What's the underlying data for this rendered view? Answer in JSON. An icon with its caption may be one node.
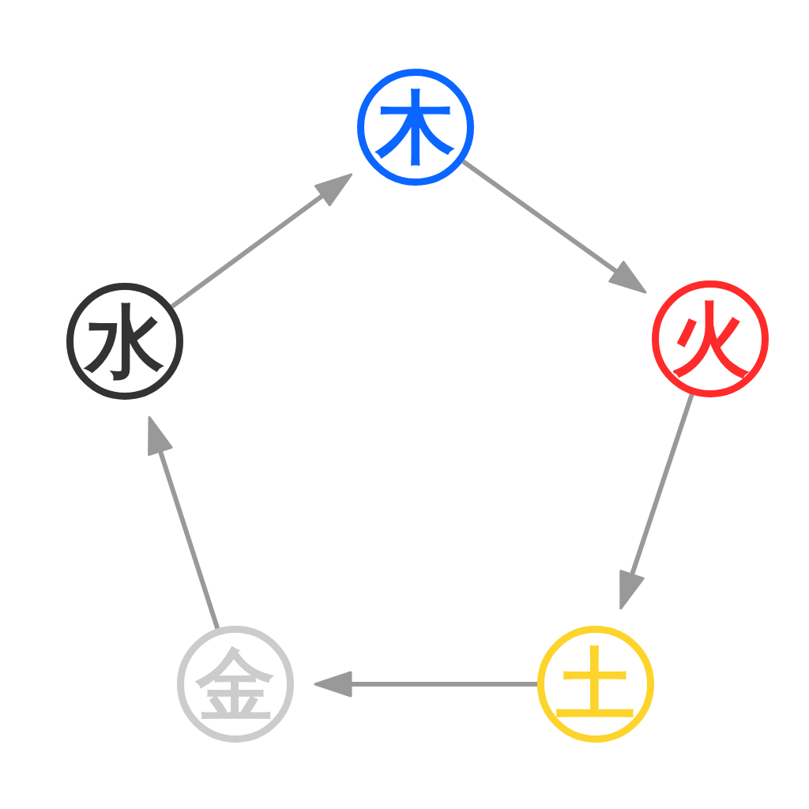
{
  "diagram": {
    "nodes": [
      {
        "text": [
          "木"
        ]
      },
      {
        "text": [
          "水"
        ]
      },
      {
        "text": [
          "火"
        ]
      },
      {
        "text": [
          "金"
        ]
      },
      {
        "text": [
          "土"
        ]
      }
    ],
    "edges": [
      {
        "from": 0,
        "to": 2,
        "arrow": "to"
      },
      {
        "from": 2,
        "to": 4,
        "arrow": "to"
      },
      {
        "from": 4,
        "to": 3,
        "arrow": "to"
      },
      {
        "from": 3,
        "to": 1,
        "arrow": "to"
      },
      {
        "from": 1,
        "to": 0,
        "arrow": "to"
      }
    ]
  }
}
